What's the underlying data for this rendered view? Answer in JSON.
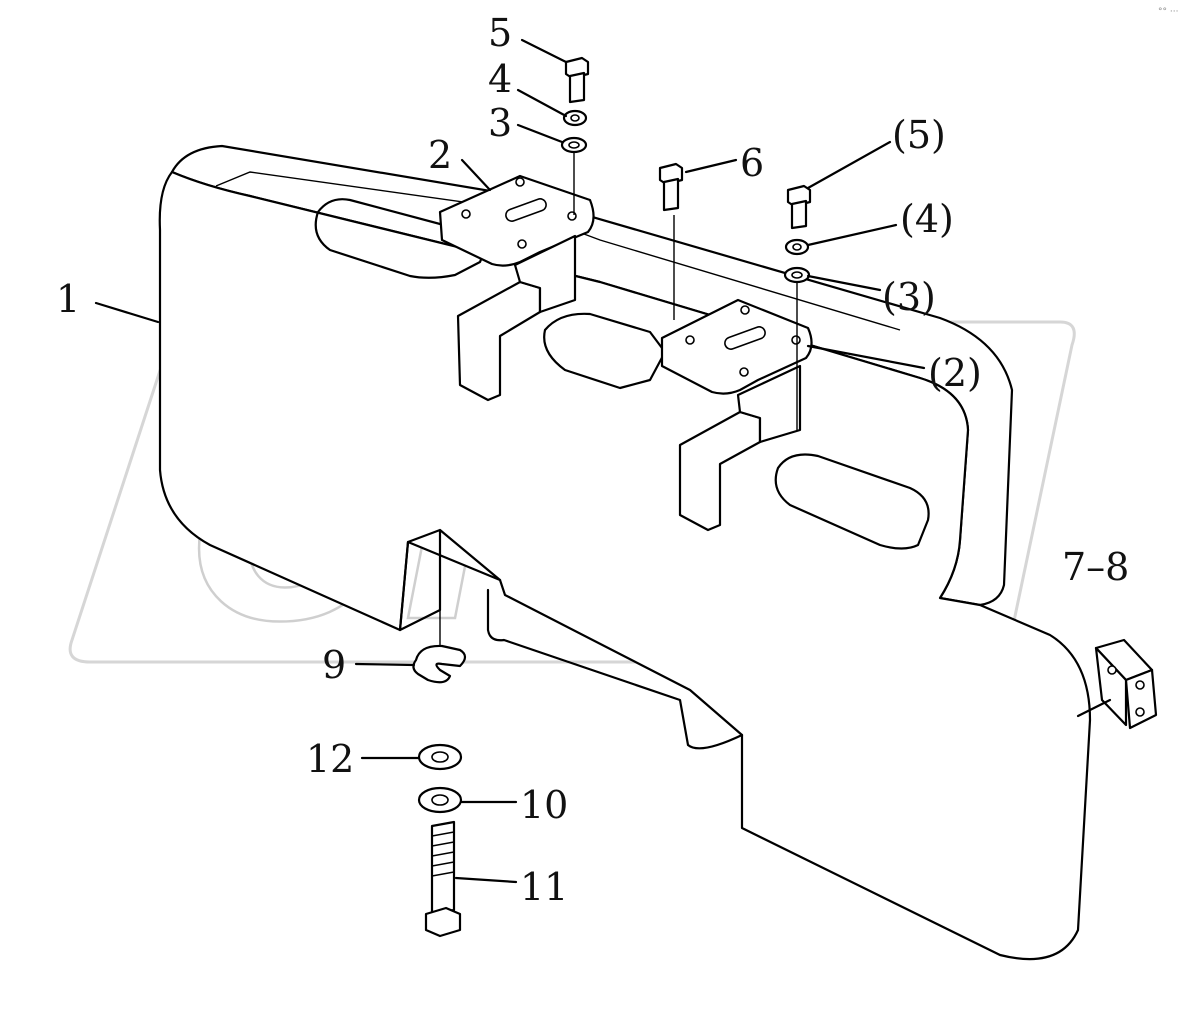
{
  "corner_mark": "°° ···",
  "watermark": {
    "text": "OPEX",
    "color": "#cfcfcf"
  },
  "callouts": [
    {
      "id": "1",
      "text": "1"
    },
    {
      "id": "2",
      "text": "2"
    },
    {
      "id": "3",
      "text": "3"
    },
    {
      "id": "4",
      "text": "4"
    },
    {
      "id": "5",
      "text": "5"
    },
    {
      "id": "6",
      "text": "6"
    },
    {
      "id": "p5",
      "text": "(5)"
    },
    {
      "id": "p4",
      "text": "(4)"
    },
    {
      "id": "p3",
      "text": "(3)"
    },
    {
      "id": "p2",
      "text": "(2)"
    },
    {
      "id": "78",
      "text": "7–8"
    },
    {
      "id": "9",
      "text": "9"
    },
    {
      "id": "12",
      "text": "12"
    },
    {
      "id": "10",
      "text": "10"
    },
    {
      "id": "11",
      "text": "11"
    }
  ]
}
